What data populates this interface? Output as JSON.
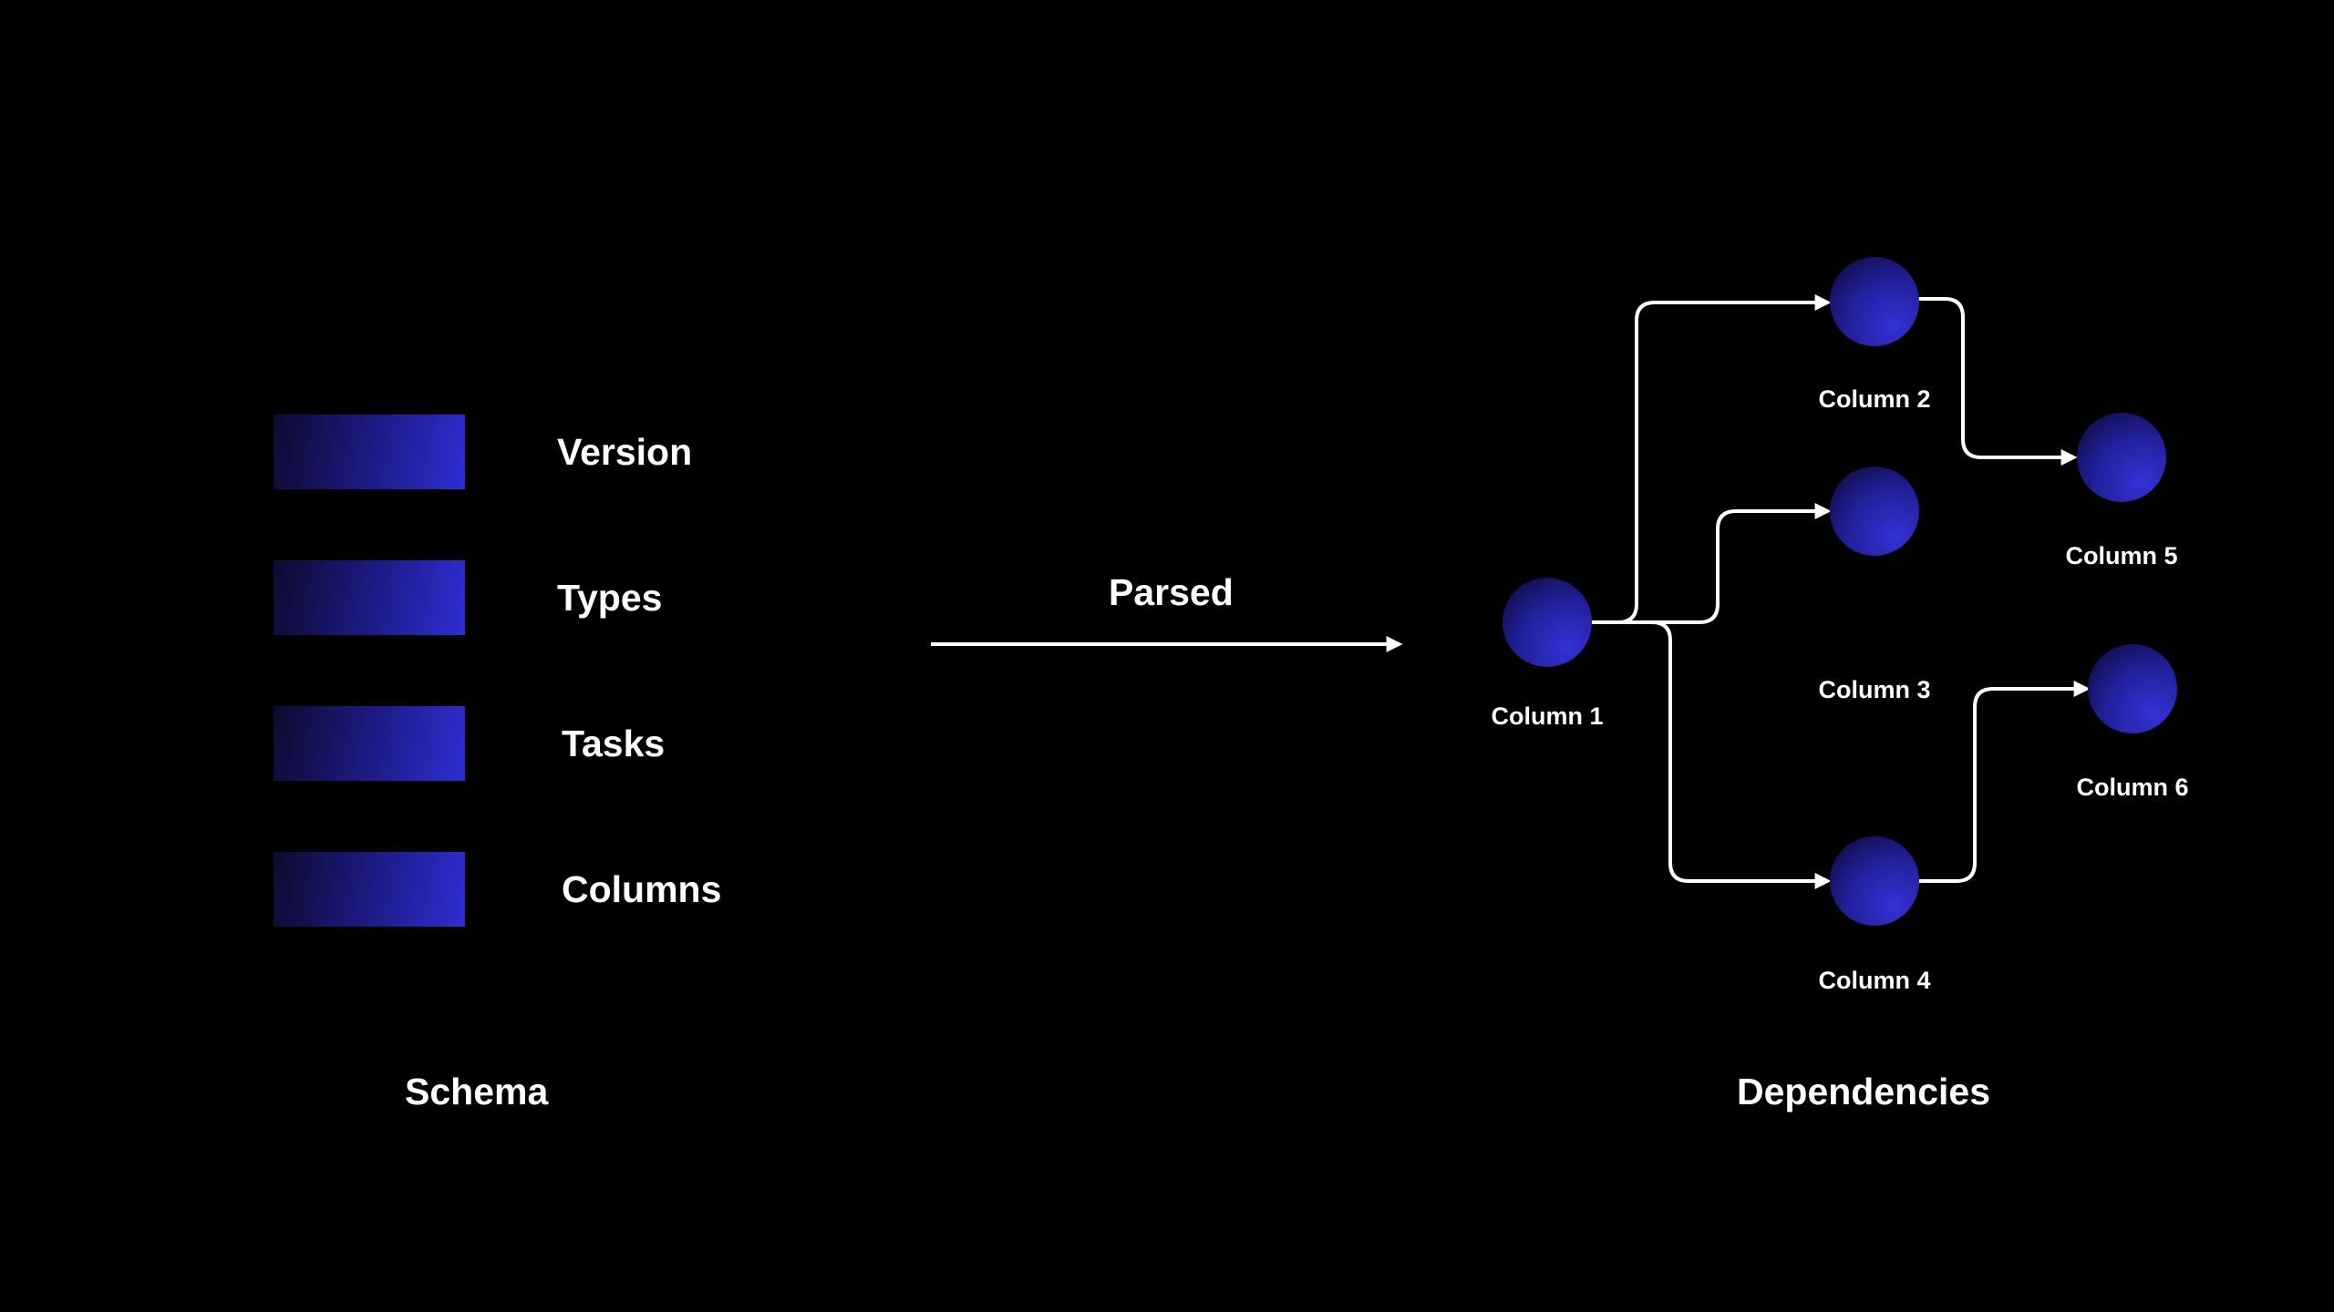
{
  "schema": {
    "title": "Schema",
    "items": [
      {
        "label": "Version"
      },
      {
        "label": "Types"
      },
      {
        "label": "Tasks"
      },
      {
        "label": "Columns"
      }
    ]
  },
  "transition": {
    "label": "Parsed"
  },
  "dependencies": {
    "title": "Dependencies",
    "nodes": [
      {
        "id": "c1",
        "label": "Column 1"
      },
      {
        "id": "c2",
        "label": "Column 2"
      },
      {
        "id": "c3",
        "label": "Column 3"
      },
      {
        "id": "c4",
        "label": "Column 4"
      },
      {
        "id": "c5",
        "label": "Column 5"
      },
      {
        "id": "c6",
        "label": "Column 6"
      }
    ],
    "edges": [
      {
        "from": "c1",
        "to": "c2"
      },
      {
        "from": "c1",
        "to": "c3"
      },
      {
        "from": "c1",
        "to": "c4"
      },
      {
        "from": "c2",
        "to": "c5"
      },
      {
        "from": "c4",
        "to": "c6"
      }
    ]
  },
  "colors": {
    "background": "#000000",
    "node_light": "#3432d6",
    "node_dark": "#0f0d45",
    "line": "#ffffff"
  }
}
